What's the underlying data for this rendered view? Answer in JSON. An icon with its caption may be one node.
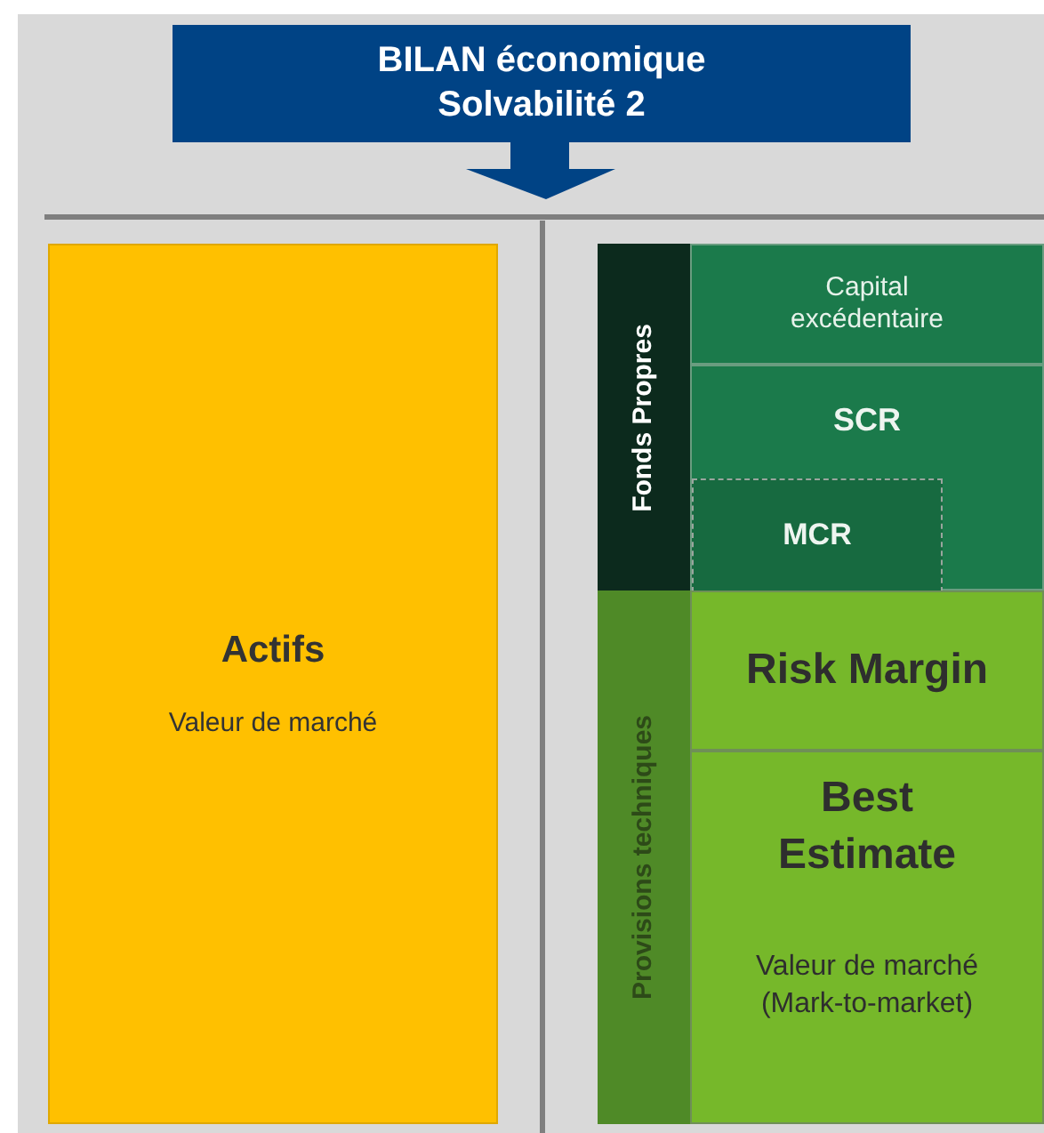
{
  "diagram": {
    "nodes": [
      {
        "text": [
          "BILAN économique Solvabilité 2"
        ]
      },
      {
        "text": [
          "Actifs",
          "Valeur de marché"
        ]
      },
      {
        "text": [
          "Fonds Propres"
        ]
      },
      {
        "text": [
          "Capital excédentaire"
        ]
      },
      {
        "text": [
          "SCR"
        ]
      },
      {
        "text": [
          "MCR"
        ],
        "in": 4
      },
      {
        "text": [
          "Provisions techniques"
        ]
      },
      {
        "text": [
          "Risk Margin"
        ]
      },
      {
        "text": [
          "Best Estimate",
          "Valeur de marché (Mark-to-market)"
        ]
      }
    ]
  }
}
